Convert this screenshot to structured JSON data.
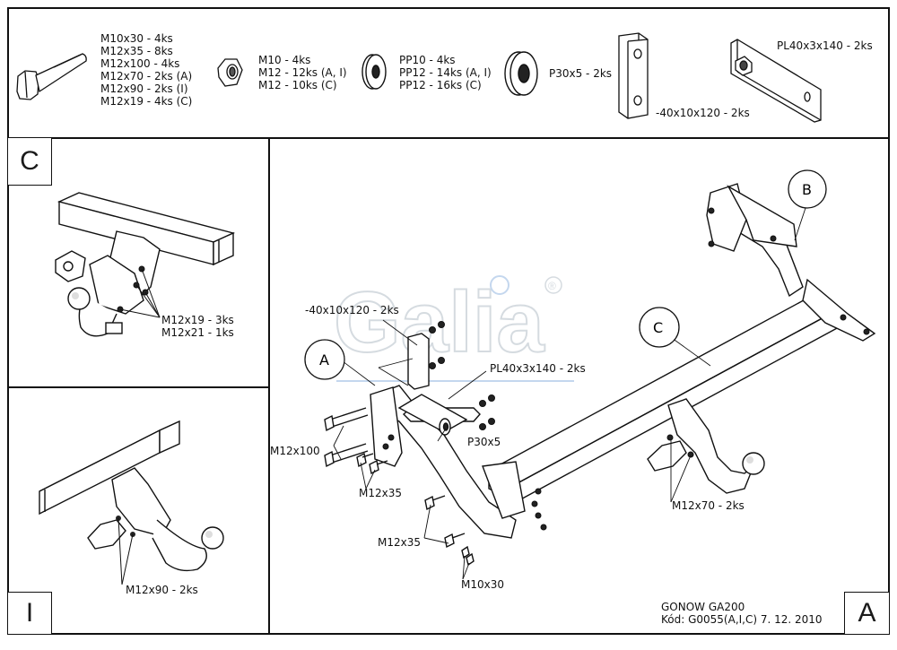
{
  "parts": {
    "bolt_lines": [
      "M10x30 - 4ks",
      "M12x35 - 8ks",
      "M12x100 - 4ks",
      "M12x70 - 2ks (A)",
      "M12x90 - 2ks (I)",
      "M12x19 - 4ks (C)"
    ],
    "nut_lines": [
      "M10 - 4ks",
      "M12 - 12ks (A, I)",
      "M12 - 10ks (C)"
    ],
    "washer_lines": [
      "PP10 - 4ks",
      "PP12 - 14ks (A, I)",
      "PP12 - 16ks (C)"
    ],
    "spacer_label": "P30x5 - 2ks",
    "plate_label": "-40x10x120 - 2ks",
    "bracket_label": "PL40x3x140 - 2ks"
  },
  "panel_c": {
    "letter": "C",
    "label_1": "M12x19 - 3ks",
    "label_2": "M12x21 - 1ks"
  },
  "panel_i": {
    "letter": "I",
    "label": "M12x90 - 2ks"
  },
  "main": {
    "letter": "A",
    "logo_text": "Galia",
    "logo_reg": "®",
    "callout_a": "A",
    "callout_b": "B",
    "callout_c": "C",
    "plate_label": "-40x10x120 - 2ks",
    "bracket_label": "PL40x3x140 - 2ks",
    "spacer_label": "P30x5",
    "m12x100": "M12x100",
    "m12x35_a": "M12x35",
    "m12x35_b": "M12x35",
    "m10x30": "M10x30",
    "m12x70": "M12x70 - 2ks",
    "model": "GONOW GA200",
    "code": "Kód: G0055(A,I,C)  7. 12. 2010"
  }
}
